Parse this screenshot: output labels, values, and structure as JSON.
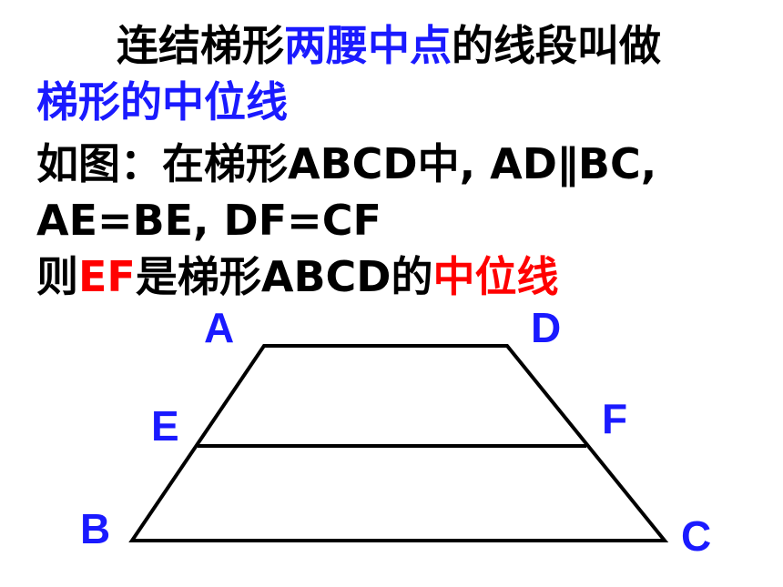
{
  "text": {
    "line1": {
      "part1": "连结梯形",
      "part2": "两腰中点",
      "part3": "的线段叫做"
    },
    "line2": "梯形的中位线",
    "line3": "如图：在梯形ABCD中, AD∥BC,",
    "line4": "AE=BE, DF=CF",
    "line5": {
      "part1": "则",
      "part2": "EF",
      "part3": "是梯形ABCD的",
      "part4": "中位线"
    }
  },
  "figure": {
    "labels": {
      "A": "A",
      "B": "B",
      "C": "C",
      "D": "D",
      "E": "E",
      "F": "F"
    }
  },
  "colors": {
    "text": "#000000",
    "highlight_blue": "#1a1aff",
    "highlight_red": "#ff0000",
    "stroke": "#000000"
  }
}
